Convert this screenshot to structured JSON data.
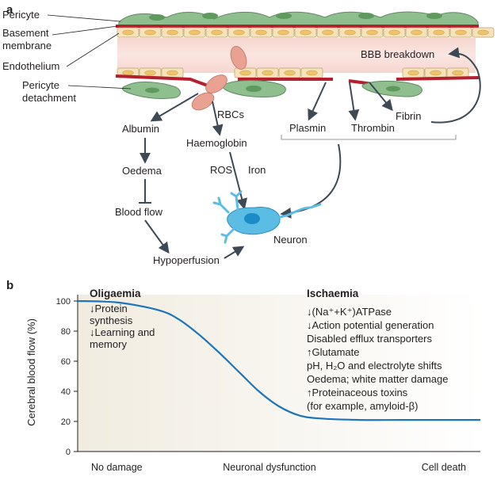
{
  "panel_a": {
    "letter": "a",
    "labels": {
      "pericyte": "Pericyte",
      "basement_membrane_1": "Basement",
      "basement_membrane_2": "membrane",
      "endothelium": "Endothelium",
      "pericyte_detachment_1": "Pericyte",
      "pericyte_detachment_2": "detachment",
      "bbb_breakdown": "BBB breakdown",
      "rbcs": "RBCs",
      "albumin": "Albumin",
      "haemoglobin": "Haemoglobin",
      "oedema": "Oedema",
      "ros": "ROS",
      "iron": "Iron",
      "blood_flow": "Blood flow",
      "hypoperfusion": "Hypoperfusion",
      "neuron": "Neuron",
      "plasmin": "Plasmin",
      "thrombin": "Thrombin",
      "fibrin": "Fibrin"
    },
    "colors": {
      "pericyte": "#8fbf8f",
      "endothelial_cell": "#f6e3bd",
      "nucleus": "#efc36a",
      "basement_membrane": "#b5202e",
      "lumen": "#f9dcd6",
      "rbc": "#e9a192",
      "neuron": "#5bbde3",
      "neuron_nucleus": "#1b8cc7",
      "arrow": "#3d4a55"
    }
  },
  "panel_b": {
    "letter": "b",
    "oligaemia": {
      "heading": "Oligaemia",
      "items": [
        "↓Protein",
        "synthesis",
        "↓Learning and",
        "memory"
      ]
    },
    "ischaemia": {
      "heading": "Ischaemia",
      "items": [
        "↓(Na⁺+K⁺)ATPase",
        "↓Action potential generation",
        "Disabled efflux transporters",
        "↑Glutamate",
        "pH, H₂O and electrolyte shifts",
        "Oedema; white matter damage",
        "↑Proteinaceous toxins",
        "(for example, amyloid-β)"
      ]
    },
    "chart_data": {
      "type": "line",
      "ylabel": "Cerebral blood flow (%)",
      "xlabel": "",
      "ylim": [
        0,
        100
      ],
      "yticks": [
        0,
        20,
        40,
        60,
        80,
        100
      ],
      "x_categories": [
        "No damage",
        "Neuronal dysfunction",
        "Cell death"
      ],
      "series": [
        {
          "x": [
            0,
            0.1,
            0.2,
            0.25,
            0.3,
            0.35,
            0.4,
            0.45,
            0.5,
            0.55,
            0.6,
            0.7,
            0.8,
            0.9,
            1.0
          ],
          "values": [
            100,
            99,
            94,
            88,
            78,
            66,
            53,
            40,
            30,
            24,
            22,
            21,
            21,
            21,
            21
          ]
        }
      ],
      "grid": false,
      "colors": {
        "line": "#1b75bc",
        "background_start": "#f4f0e6",
        "background_end": "#ffffff"
      }
    }
  }
}
